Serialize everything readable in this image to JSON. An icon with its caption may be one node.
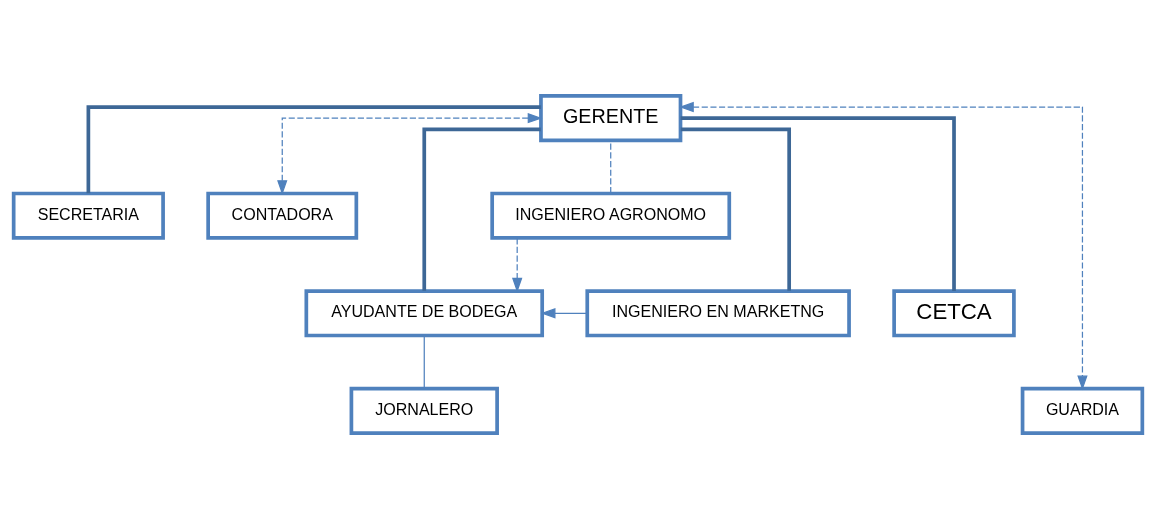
{
  "diagram": {
    "nodes": [
      {
        "text": [
          "GERENTE"
        ]
      },
      {
        "text": [
          "SECRETARIA"
        ]
      },
      {
        "text": [
          "CONTADORA"
        ]
      },
      {
        "text": [
          "INGENIERO AGRONOMO"
        ]
      },
      {
        "text": [
          "AYUDANTE DE BODEGA"
        ]
      },
      {
        "text": [
          "INGENIERO EN MARKETNG"
        ]
      },
      {
        "text": [
          "CETCA"
        ]
      },
      {
        "text": [
          "GUARDIA"
        ]
      },
      {
        "text": [
          "JORNALERO"
        ]
      }
    ],
    "edges": [
      {
        "from": 0,
        "to": 1,
        "arrow": "none",
        "style": "thick",
        "color": "#3d6796"
      },
      {
        "from": 0,
        "to": 2,
        "arrow": "both",
        "style": "dashed"
      },
      {
        "from": 3,
        "to": 0,
        "arrow": "none",
        "style": "dashed"
      },
      {
        "from": 0,
        "to": 7,
        "arrow": "both",
        "style": "dashed"
      },
      {
        "from": 0,
        "to": 4,
        "arrow": "none",
        "style": "thick",
        "color": "#3d6796"
      },
      {
        "from": 0,
        "to": 5,
        "arrow": "none",
        "style": "thick",
        "color": "#3d6796"
      },
      {
        "from": 0,
        "to": 6,
        "arrow": "none",
        "style": "thick",
        "color": "#3d6796"
      },
      {
        "from": 5,
        "to": 4,
        "arrow": "to"
      },
      {
        "from": 3,
        "to": 4,
        "arrow": "to",
        "style": "dashed"
      },
      {
        "from": 4,
        "to": 8,
        "arrow": "none"
      }
    ]
  }
}
